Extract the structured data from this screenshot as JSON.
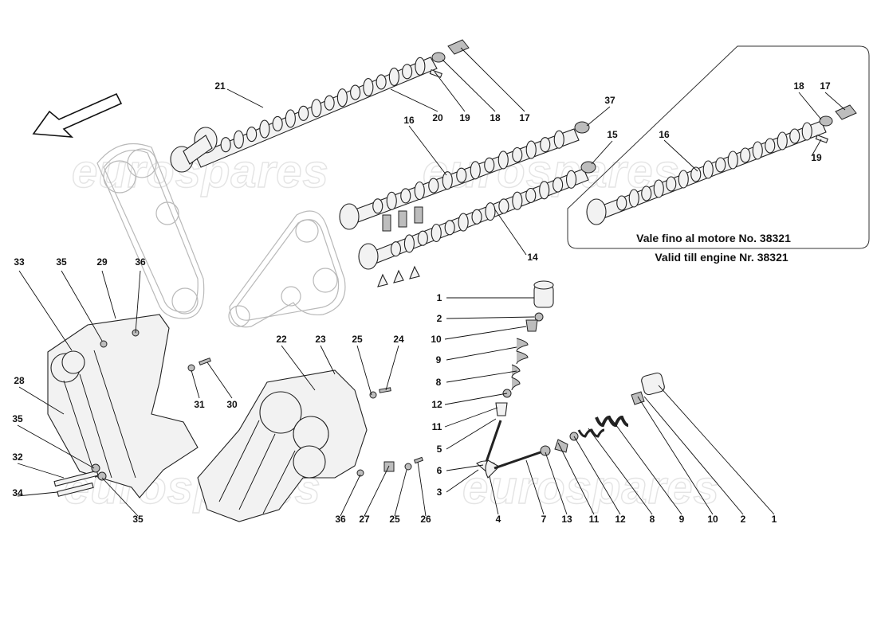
{
  "watermarks": [
    "eurospares",
    "eurospares",
    "eurospares",
    "eurospares"
  ],
  "inset_note": {
    "line1": "Vale fino al motore No. 38321",
    "line2": "Valid till engine Nr. 38321"
  },
  "labels": {
    "c21": "21",
    "c20": "20",
    "c19a": "19",
    "c18a": "18",
    "c17a": "17",
    "c37": "37",
    "c16a": "16",
    "c15": "15",
    "c14": "14",
    "i18": "18",
    "i17": "17",
    "i16": "16",
    "i19": "19",
    "c33": "33",
    "c35a": "35",
    "c29": "29",
    "c36a": "36",
    "c28": "28",
    "c31": "31",
    "c30": "30",
    "c35b": "35",
    "c32": "32",
    "c34": "34",
    "c35c": "35",
    "c22": "22",
    "c23": "23",
    "c25a": "25",
    "c24": "24",
    "c36b": "36",
    "c27": "27",
    "c25b": "25",
    "c26": "26",
    "v1": "1",
    "v2": "2",
    "v10": "10",
    "v9": "9",
    "v8": "8",
    "v12": "12",
    "v11": "11",
    "v5": "5",
    "v6": "6",
    "v3": "3",
    "b4": "4",
    "b7": "7",
    "b13": "13",
    "b11": "11",
    "b12": "12",
    "b8": "8",
    "b9": "9",
    "b10": "10",
    "b2": "2",
    "b1": "1"
  }
}
